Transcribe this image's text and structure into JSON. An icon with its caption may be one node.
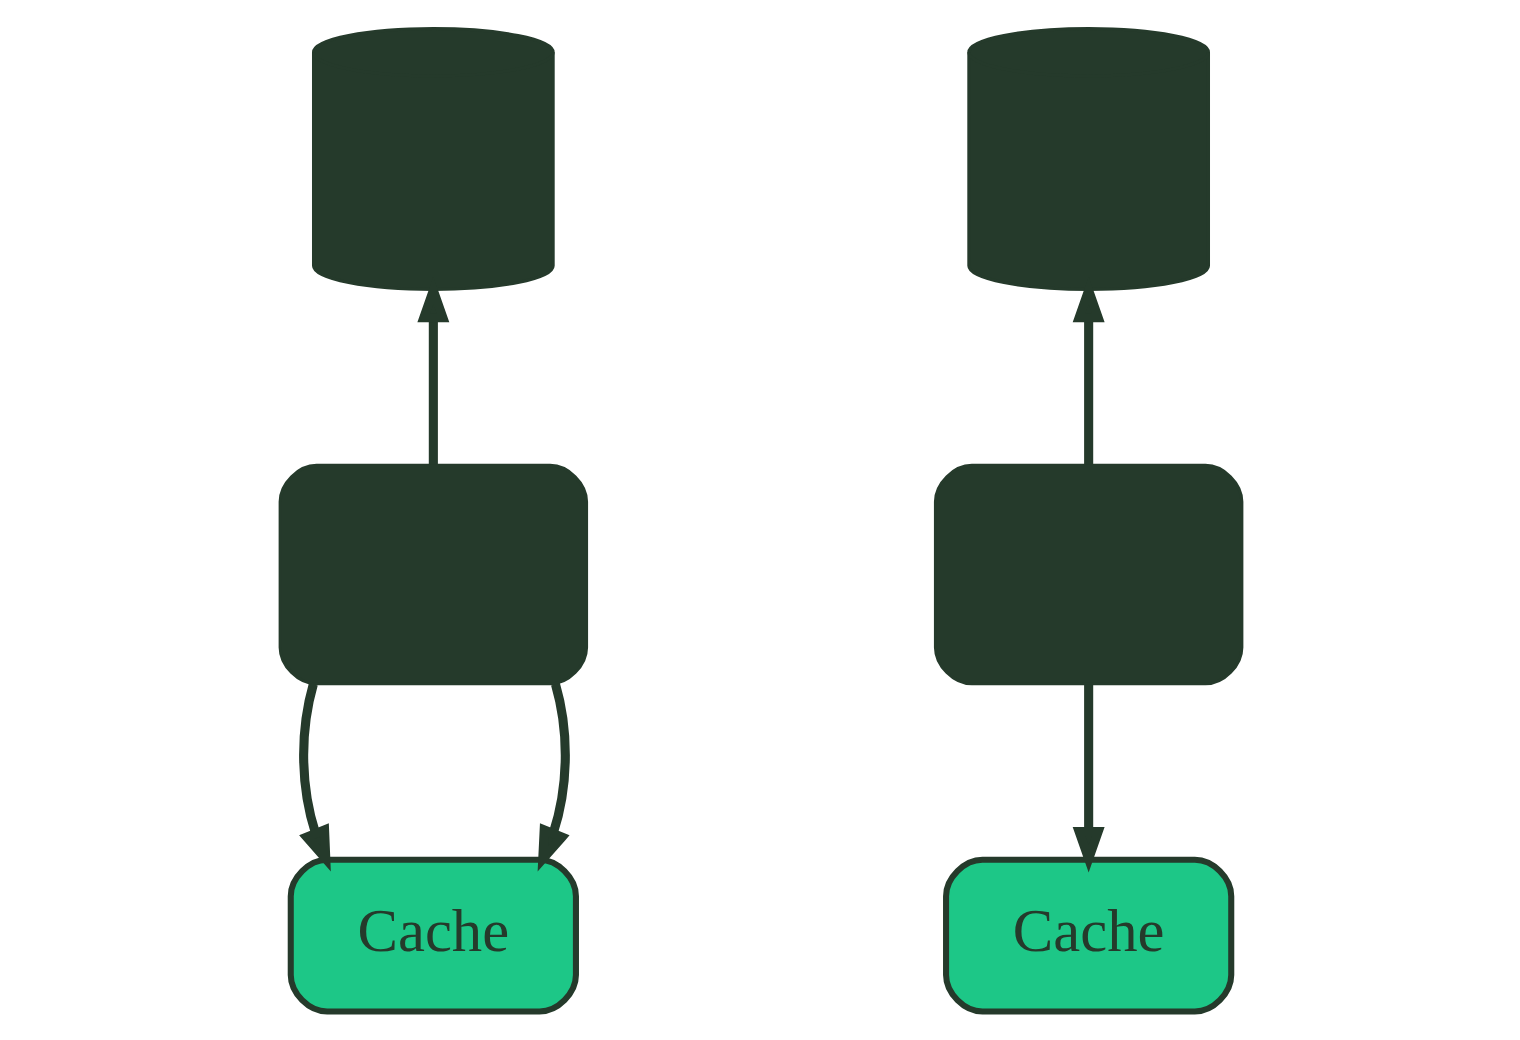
{
  "diagram": {
    "nodes": [
      {
        "text": [],
        "shape": "cylinder"
      },
      {
        "text": [],
        "shape": "cylinder"
      },
      {
        "text": [],
        "shape": "window"
      },
      {
        "text": [],
        "shape": "window"
      },
      {
        "text": [
          "Cache"
        ]
      },
      {
        "text": [
          "Cache"
        ]
      }
    ],
    "edges": [
      {
        "from": 2,
        "to": 0,
        "arrow": "to"
      },
      {
        "from": 3,
        "to": 1,
        "arrow": "to"
      },
      {
        "from": 2,
        "to": 4,
        "arrow": "to"
      },
      {
        "from": 2,
        "to": 4,
        "arrow": "to"
      },
      {
        "from": 3,
        "to": 5,
        "arrow": "to"
      }
    ]
  }
}
